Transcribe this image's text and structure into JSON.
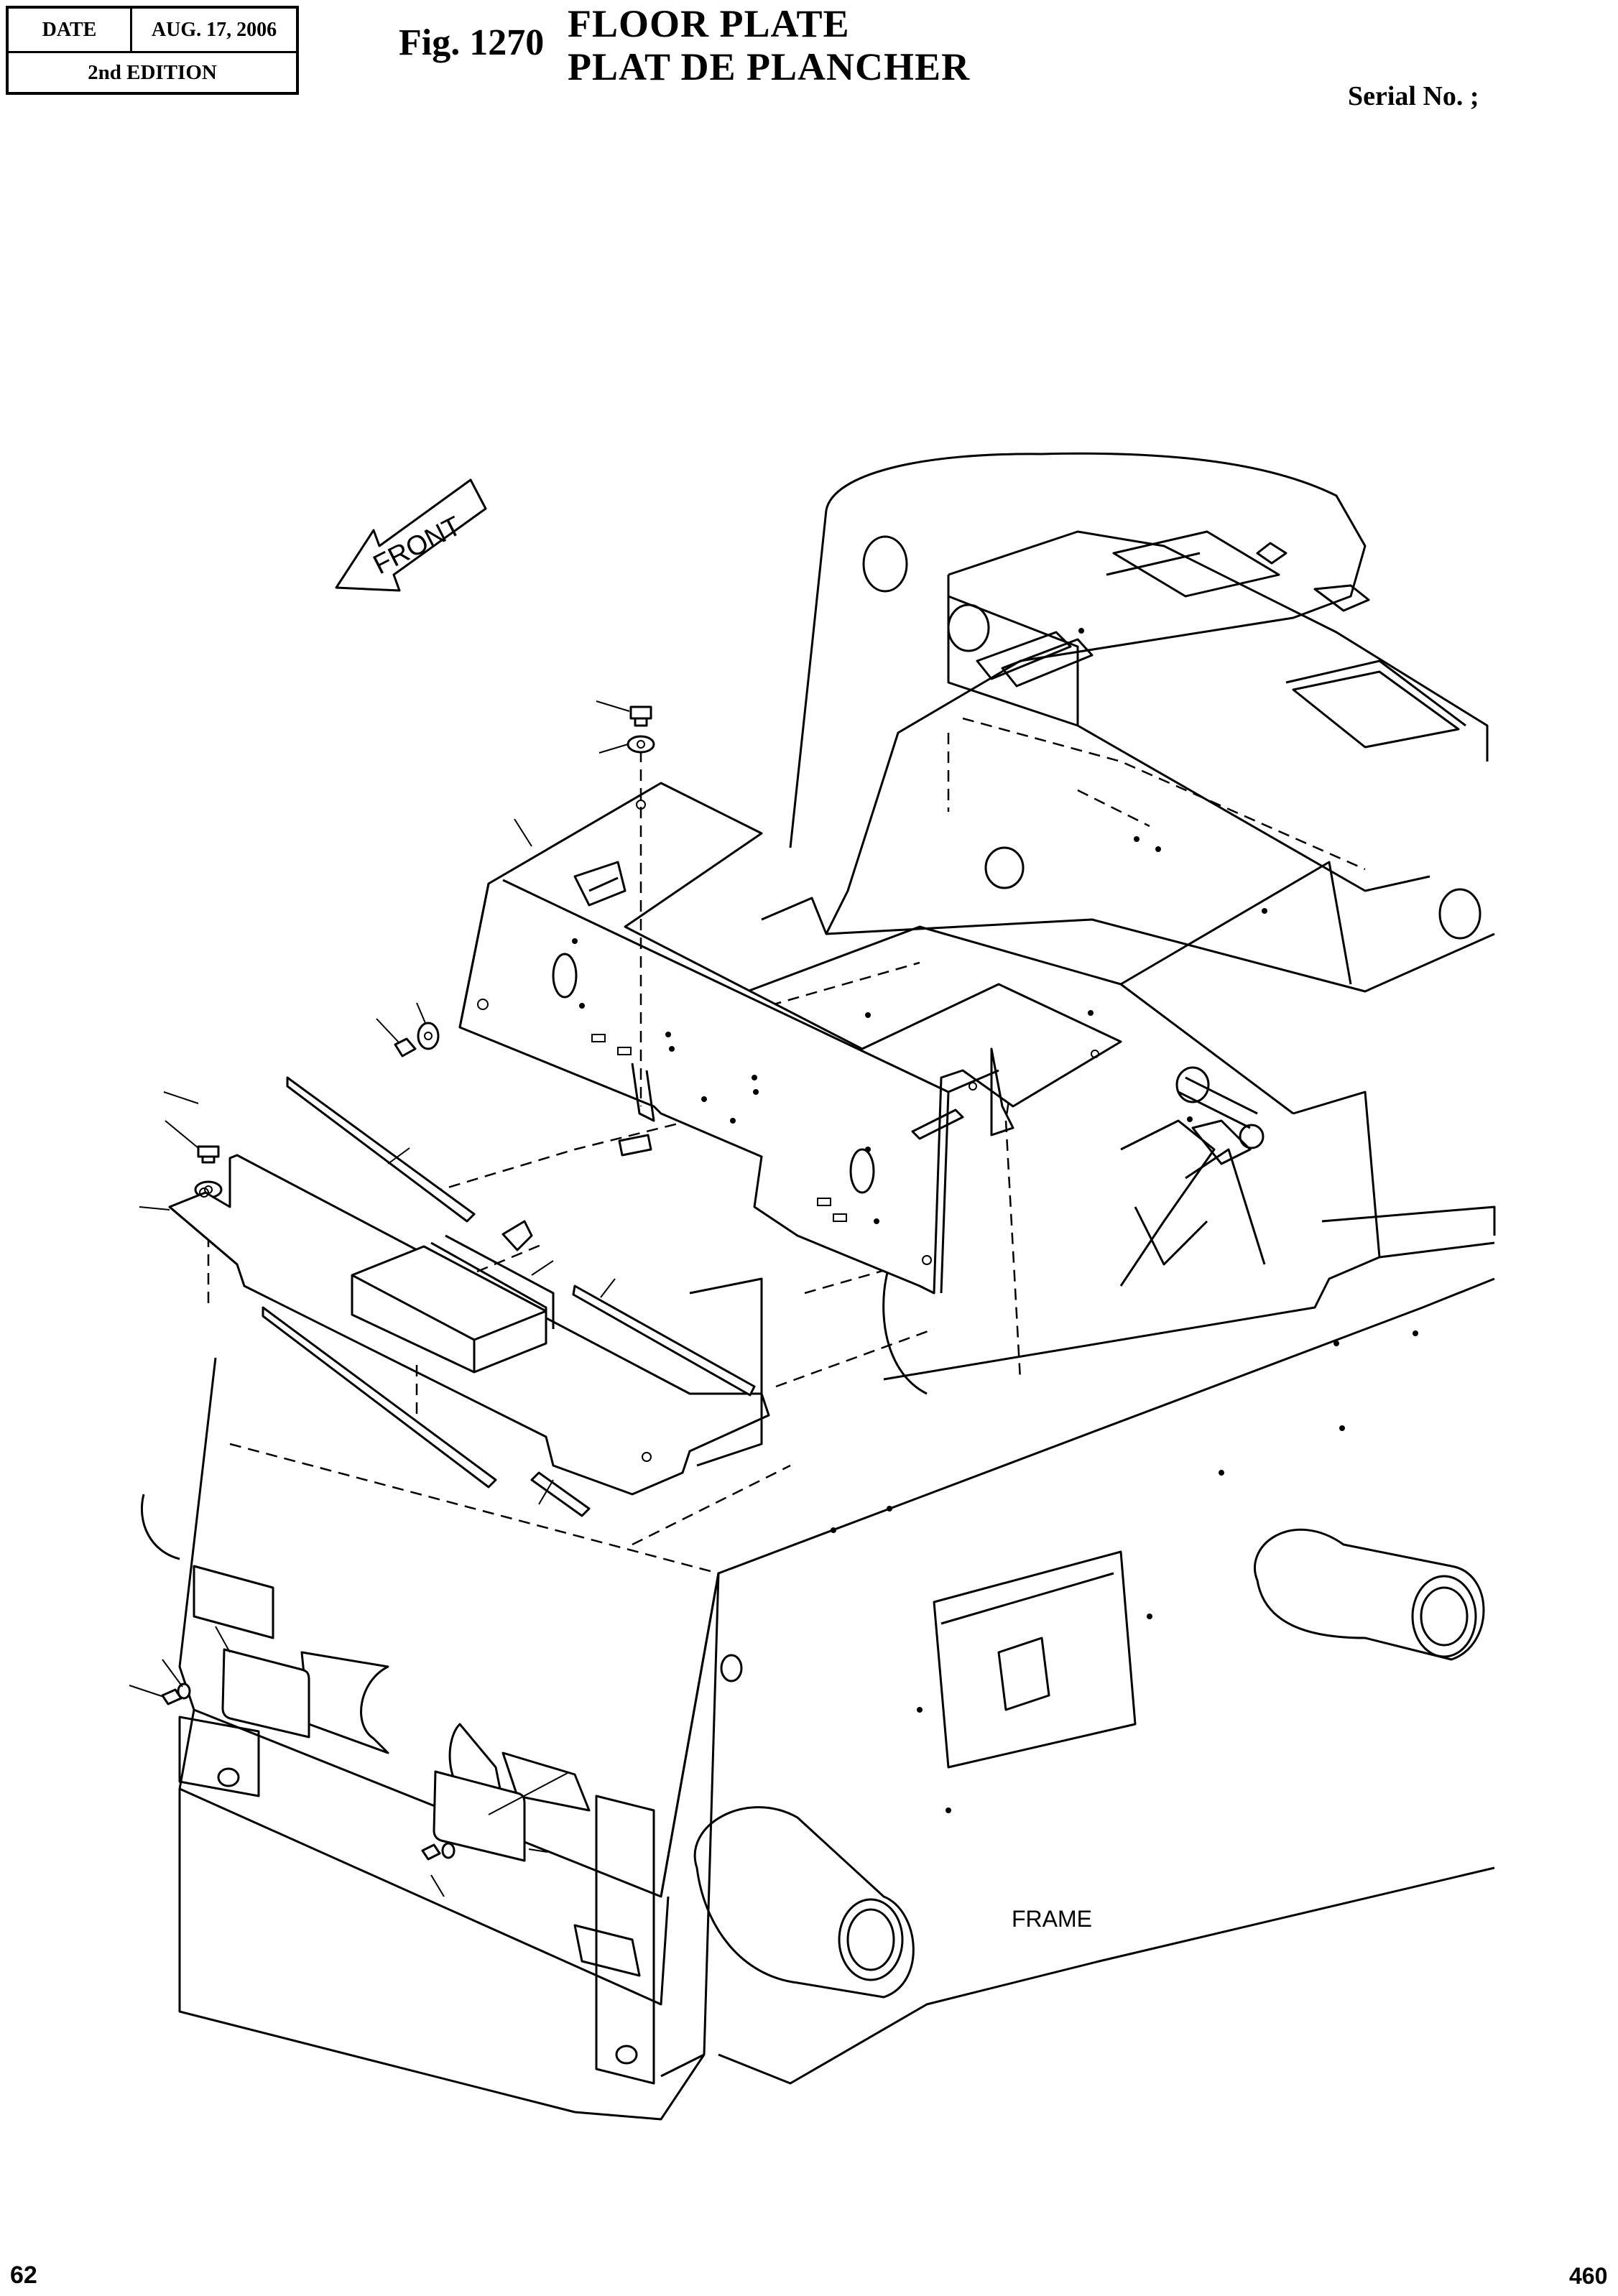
{
  "header": {
    "date_label": "DATE",
    "date_value": "AUG. 17, 2006",
    "edition": "2nd EDITION",
    "fig_number": "Fig. 1270",
    "title_en": "FLOOR PLATE",
    "title_fr": "PLAT DE PLANCHER",
    "serial": "Serial No. ;"
  },
  "drawing": {
    "front_arrow_label": "FRONT",
    "frame_label": "FRAME"
  },
  "footer": {
    "page_left": "62",
    "page_right": "460"
  }
}
